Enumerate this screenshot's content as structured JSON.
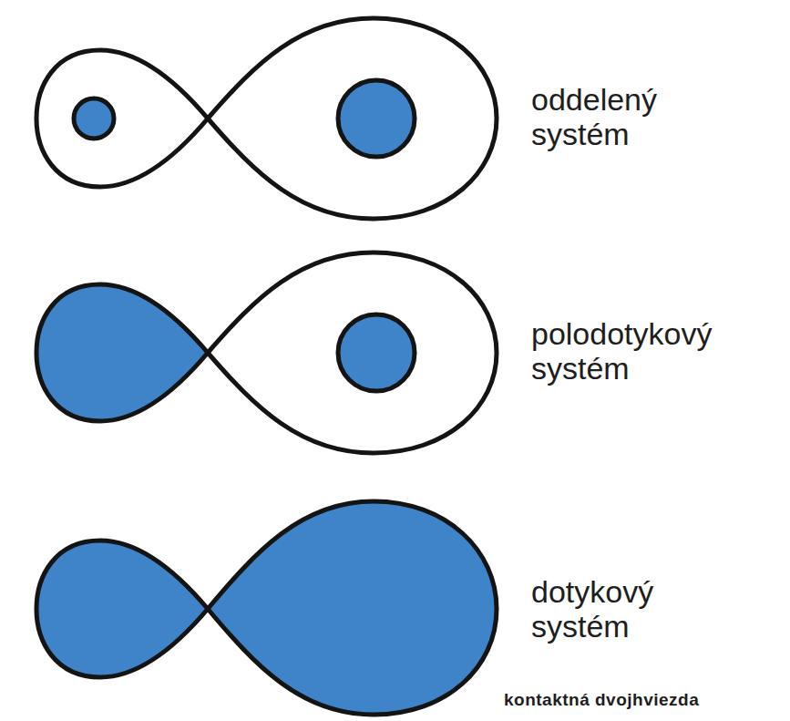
{
  "diagram": {
    "labels": [
      "oddelený systém",
      "polodotykový systém",
      "dotykový systém",
      "kontaktná dvojhviezda"
    ]
  }
}
